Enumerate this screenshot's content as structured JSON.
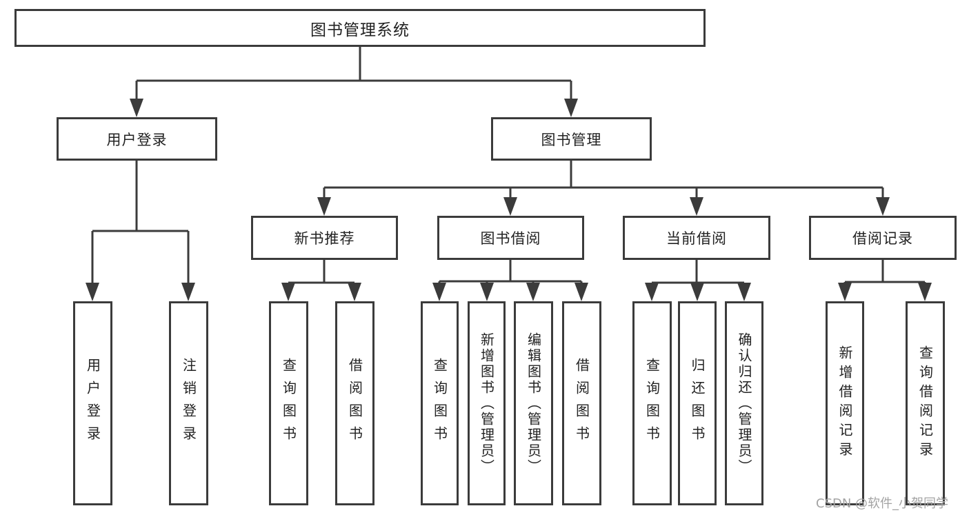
{
  "tree": {
    "label": "图书管理系统",
    "children": [
      {
        "label": "用户登录",
        "children": [
          {
            "label": "用户登录"
          },
          {
            "label": "注销登录"
          }
        ]
      },
      {
        "label": "图书管理",
        "children": [
          {
            "label": "新书推荐",
            "children": [
              {
                "label": "查询图书"
              },
              {
                "label": "借阅图书"
              }
            ]
          },
          {
            "label": "图书借阅",
            "children": [
              {
                "label": "查询图书"
              },
              {
                "label": "新增图书（管理员）"
              },
              {
                "label": "编辑图书（管理员）"
              },
              {
                "label": "借阅图书"
              }
            ]
          },
          {
            "label": "当前借阅",
            "children": [
              {
                "label": "查询图书"
              },
              {
                "label": "归还图书"
              },
              {
                "label": "确认归还（管理员）"
              }
            ]
          },
          {
            "label": "借阅记录",
            "children": [
              {
                "label": "新增借阅记录"
              },
              {
                "label": "查询借阅记录"
              }
            ]
          }
        ]
      }
    ]
  },
  "watermark": {
    "text": "CSDN @软件_小贺同学"
  },
  "colors": {
    "line": "#3b3b3b",
    "text": "#222222",
    "watermark": "#a3a3a3",
    "background": "#ffffff"
  }
}
